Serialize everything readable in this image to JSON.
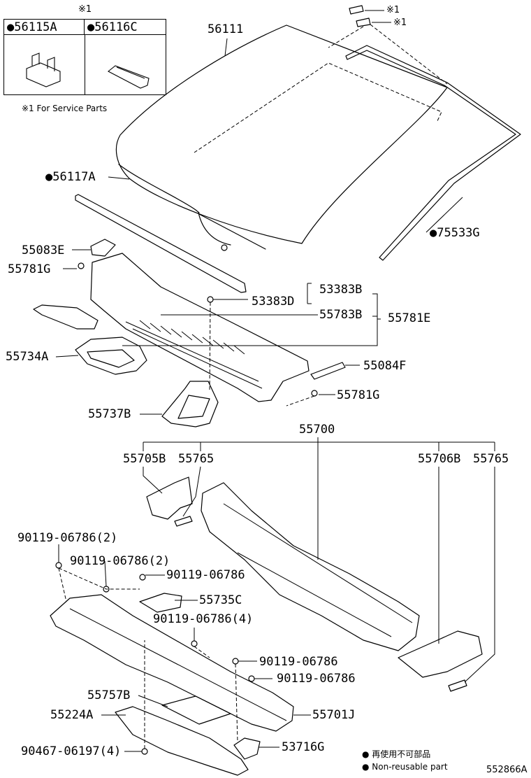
{
  "service_mark": "※1",
  "box": {
    "col1": "●56115A",
    "col2": "●56116C"
  },
  "service_note": "※1 For Service Parts",
  "parts": {
    "p56111": "56111",
    "p56117A": "●56117A",
    "p75533G": "●75533G",
    "p55083E": "55083E",
    "p55781G_top": "55781G",
    "p53383B": "53383B",
    "p53383D": "53383D",
    "p55783B": "55783B",
    "p55781E": "55781E",
    "p55734A": "55734A",
    "p55084F": "55084F",
    "p55781G_mid": "55781G",
    "p55737B": "55737B",
    "p55700": "55700",
    "p55705B": "55705B",
    "p55765_left": "55765",
    "p55706B": "55706B",
    "p55765_right": "55765",
    "p90119_a": "90119-06786(2)",
    "p90119_b": "90119-06786(2)",
    "p90119_c": "90119-06786",
    "p55735C": "55735C",
    "p90119_d": "90119-06786(4)",
    "p90119_e": "90119-06786",
    "p90119_f": "90119-06786",
    "p55757B": "55757B",
    "p55224A": "55224A",
    "p55701J": "55701J",
    "p90467": "90467-06197(4)",
    "p53716G": "53716G",
    "mark_sr1": "※1",
    "mark_sr2": "※1"
  },
  "legend": {
    "jp": "● 再使用不可部品",
    "en": "● Non-reusable part"
  },
  "figure_id": "552866A"
}
